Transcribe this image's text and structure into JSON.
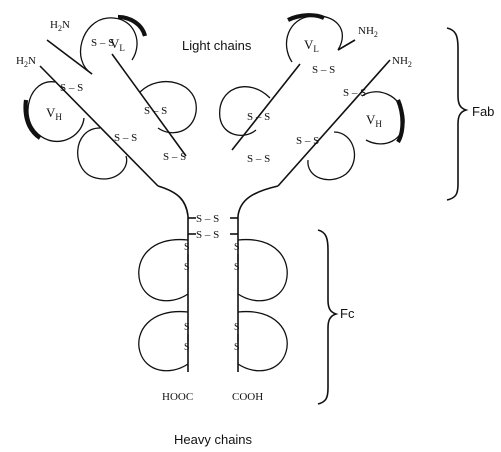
{
  "labels": {
    "light_chains": "Light chains",
    "heavy_chains": "Heavy chains",
    "fab": "Fab",
    "fc": "Fc",
    "vl": "V",
    "vl_sub": "L",
    "vh": "V",
    "vh_sub": "H",
    "h2n": "H",
    "h2n_sub": "2",
    "h2n_n": "N",
    "nh2": "NH",
    "nh2_sub": "2",
    "ss": "S – S",
    "ss_vert": "S",
    "hooc": "HOOC",
    "cooh": "COOH"
  }
}
